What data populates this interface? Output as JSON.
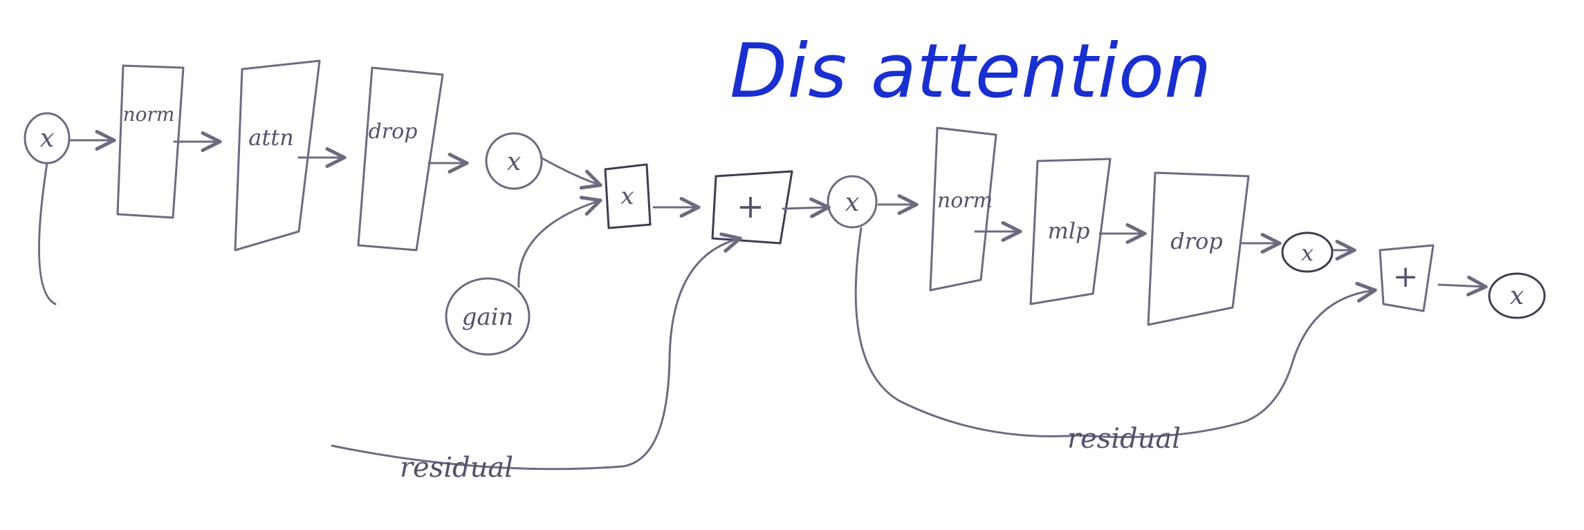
{
  "title": "Dis attention",
  "title_color": "#1a2fd0",
  "ink_color": "#6d6a80",
  "nodes": {
    "x_in": "x",
    "norm1": "norm",
    "attn": "attn",
    "drop1": "drop",
    "x_attn": "x",
    "gain": "gain",
    "mul": "x",
    "add1": "+",
    "x_mid": "x",
    "norm2": "norm",
    "mlp": "mlp",
    "drop2": "drop",
    "x_mlp": "x",
    "add2": "+",
    "x_out": "x"
  },
  "edges": {
    "residual1": "residual",
    "residual2": "residual"
  }
}
